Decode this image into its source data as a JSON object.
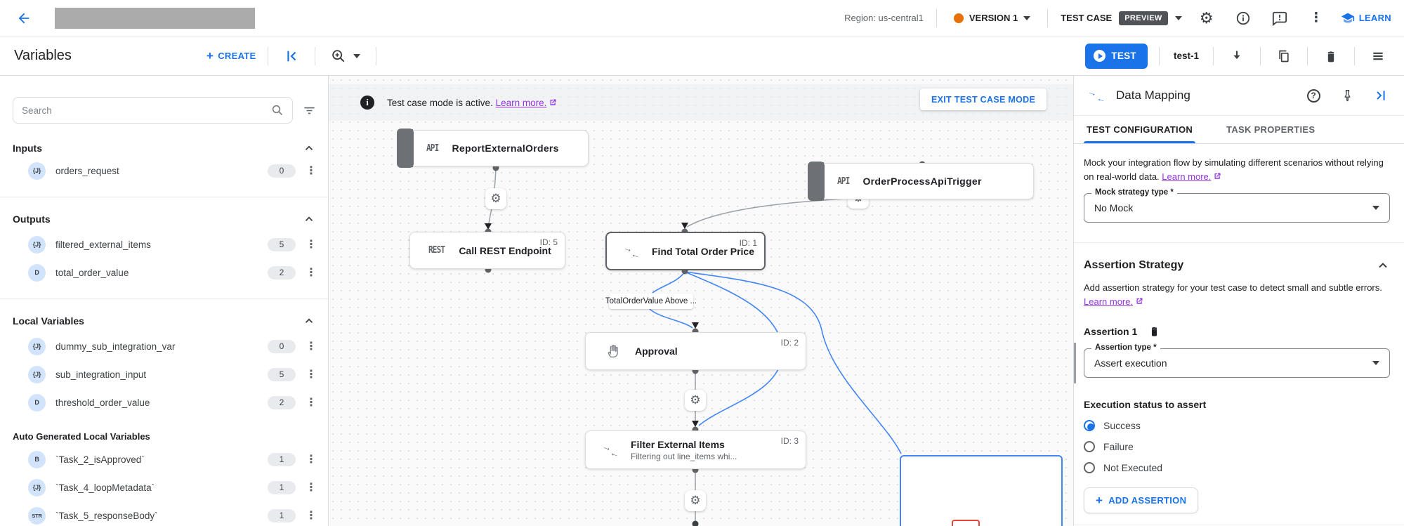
{
  "icons": {
    "gear": "⚙",
    "dots_vertical": "⋮",
    "arrow_right": "→",
    "arrow_left": "←"
  },
  "topbar": {
    "region_label": "Region: us-central1",
    "version_label": "VERSION 1",
    "test_case_label": "TEST CASE",
    "preview_badge": "PREVIEW",
    "learn_label": "LEARN"
  },
  "toolbar": {
    "title": "Variables",
    "create_label": "CREATE",
    "test_button_label": "TEST",
    "test_case_name": "test-1"
  },
  "sidebar": {
    "search_placeholder": "Search",
    "sections": [
      {
        "title": "Inputs",
        "items": [
          {
            "icon": "{J}",
            "label": "orders_request",
            "count": "0"
          }
        ]
      },
      {
        "title": "Outputs",
        "items": [
          {
            "icon": "{J}",
            "label": "filtered_external_items",
            "count": "5"
          },
          {
            "icon": "D",
            "label": "total_order_value",
            "count": "2"
          }
        ]
      },
      {
        "title": "Local Variables",
        "items": [
          {
            "icon": "{J}",
            "label": "dummy_sub_integration_var",
            "count": "0"
          },
          {
            "icon": "{J}",
            "label": "sub_integration_input",
            "count": "5"
          },
          {
            "icon": "D",
            "label": "threshold_order_value",
            "count": "2"
          }
        ]
      },
      {
        "title": "Auto Generated Local Variables",
        "items": [
          {
            "icon": "B",
            "label": "`Task_2_isApproved`",
            "count": "1"
          },
          {
            "icon": "{J}",
            "label": "`Task_4_loopMetadata`",
            "count": "1"
          },
          {
            "icon": "STR",
            "label": "`Task_5_responseBody`",
            "count": "1"
          }
        ]
      }
    ]
  },
  "canvas": {
    "banner": {
      "text": "Test case mode is active.",
      "link": "Learn more.",
      "exit_button": "EXIT TEST CASE MODE"
    },
    "nodes": [
      {
        "icon": "API",
        "title": "ReportExternalOrders"
      },
      {
        "icon": "API",
        "title": "OrderProcessApiTrigger"
      },
      {
        "icon": "REST",
        "title": "Call REST Endpoint",
        "id_badge": "ID: 5"
      },
      {
        "icon": "data-mapping",
        "title": "Find Total Order Price",
        "id_badge": "ID: 1"
      },
      {
        "icon": "hand",
        "title": "Approval",
        "id_badge": "ID: 2"
      },
      {
        "icon": "data-mapping",
        "title": "Filter External Items",
        "subtitle": "Filtering out line_items whi...",
        "id_badge": "ID: 3"
      }
    ],
    "edge_label": "TotalOrderValue Above ..."
  },
  "panel": {
    "title": "Data Mapping",
    "tabs": [
      {
        "label": "TEST CONFIGURATION",
        "active": true
      },
      {
        "label": "TASK PROPERTIES",
        "active": false
      }
    ],
    "mock_text": "Mock your integration flow by simulating different scenarios without relying on real-world data.",
    "mock_link": "Learn more.",
    "mock_select": {
      "label": "Mock strategy type *",
      "value": "No Mock"
    },
    "assertion": {
      "heading": "Assertion Strategy",
      "description": "Add assertion strategy for your test case to detect small and subtle errors.",
      "learn_link": "Learn more.",
      "item_title": "Assertion 1",
      "type_select": {
        "label": "Assertion type *",
        "value": "Assert execution"
      },
      "status_label": "Execution status to assert",
      "options": [
        {
          "label": "Success",
          "selected": true
        },
        {
          "label": "Failure",
          "selected": false
        },
        {
          "label": "Not Executed",
          "selected": false
        }
      ],
      "add_button": "ADD ASSERTION"
    }
  }
}
